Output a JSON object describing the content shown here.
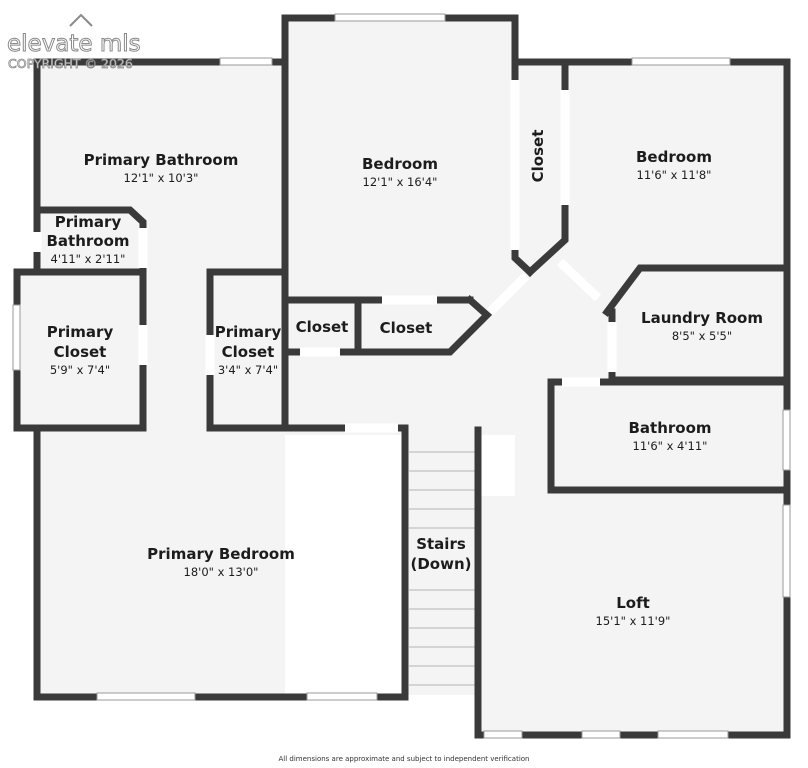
{
  "brand": {
    "name": "elevate mls",
    "copyright": "COPYRIGHT © 2026"
  },
  "rooms": {
    "primary_bathroom": {
      "name": "Primary Bathroom",
      "dims": "12'1\" x 10'3\""
    },
    "primary_bathroom_small": {
      "name_line1": "Primary",
      "name_line2": "Bathroom",
      "dims": "4'11\" x 2'11\""
    },
    "primary_closet_left": {
      "name_line1": "Primary",
      "name_line2": "Closet",
      "dims": "5'9\" x 7'4\""
    },
    "primary_closet_mid": {
      "name_line1": "Primary",
      "name_line2": "Closet",
      "dims": "3'4\" x 7'4\""
    },
    "bedroom_center": {
      "name": "Bedroom",
      "dims": "12'1\" x 16'4\""
    },
    "closet_a": {
      "name": "Closet"
    },
    "closet_b": {
      "name": "Closet"
    },
    "closet_vertical": {
      "name": "Closet"
    },
    "bedroom_right": {
      "name": "Bedroom",
      "dims": "11'6\" x 11'8\""
    },
    "laundry": {
      "name": "Laundry Room",
      "dims": "8'5\" x 5'5\""
    },
    "bathroom": {
      "name": "Bathroom",
      "dims": "11'6\" x 4'11\""
    },
    "primary_bedroom": {
      "name": "Primary Bedroom",
      "dims": "18'0\" x 13'0\""
    },
    "stairs": {
      "name_line1": "Stairs",
      "name_line2": "(Down)"
    },
    "loft": {
      "name": "Loft",
      "dims": "15'1\" x 11'9\""
    }
  },
  "disclaimer": "All dimensions are approximate and subject to independent verification"
}
